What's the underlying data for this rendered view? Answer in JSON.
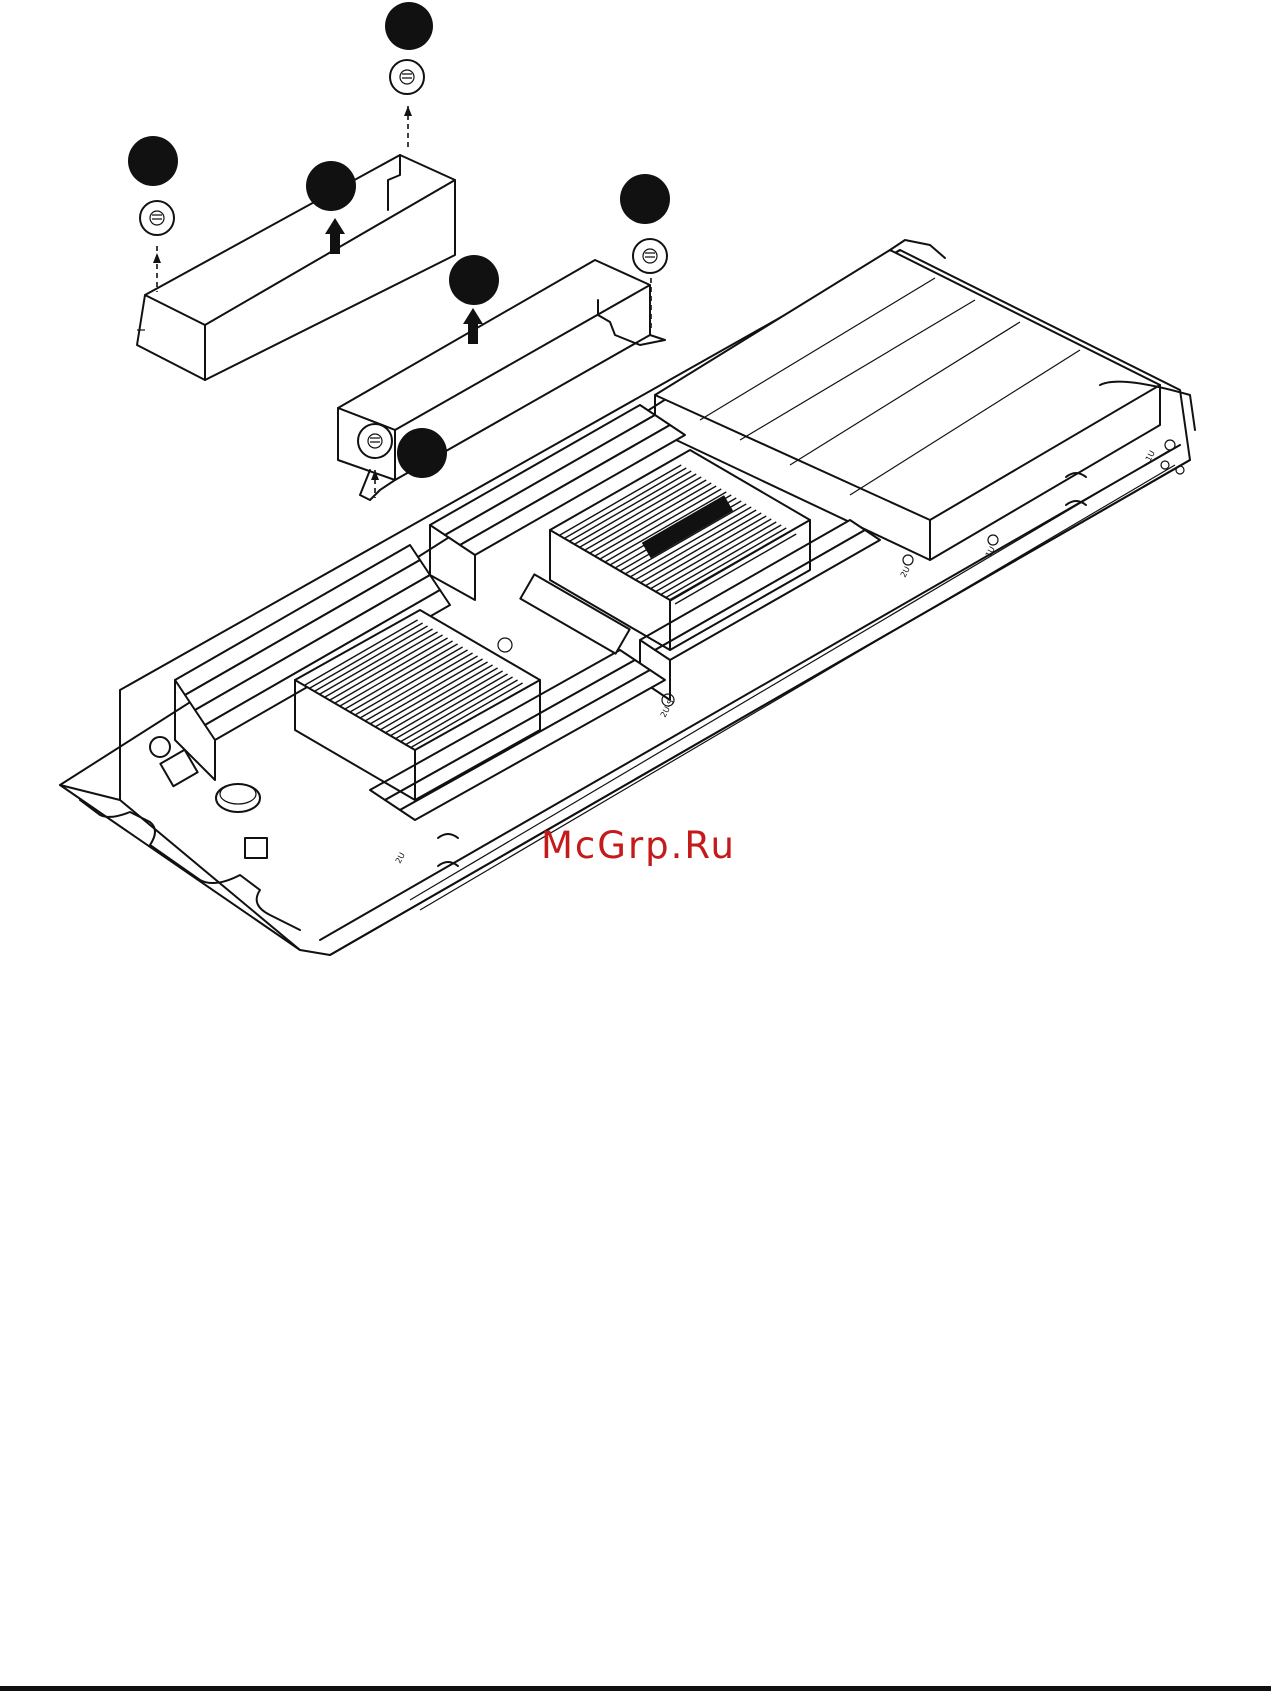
{
  "figure": {
    "callouts": [
      "",
      "",
      "",
      "",
      "",
      ""
    ],
    "node_labels": [
      "2U",
      "2U",
      "1U",
      "2U-S",
      "1U"
    ]
  },
  "watermark": {
    "text": "McGrp.Ru",
    "color": "#c41a1a"
  },
  "colors": {
    "line": "#111111",
    "background": "#ffffff",
    "watermark": "#c41a1a"
  }
}
